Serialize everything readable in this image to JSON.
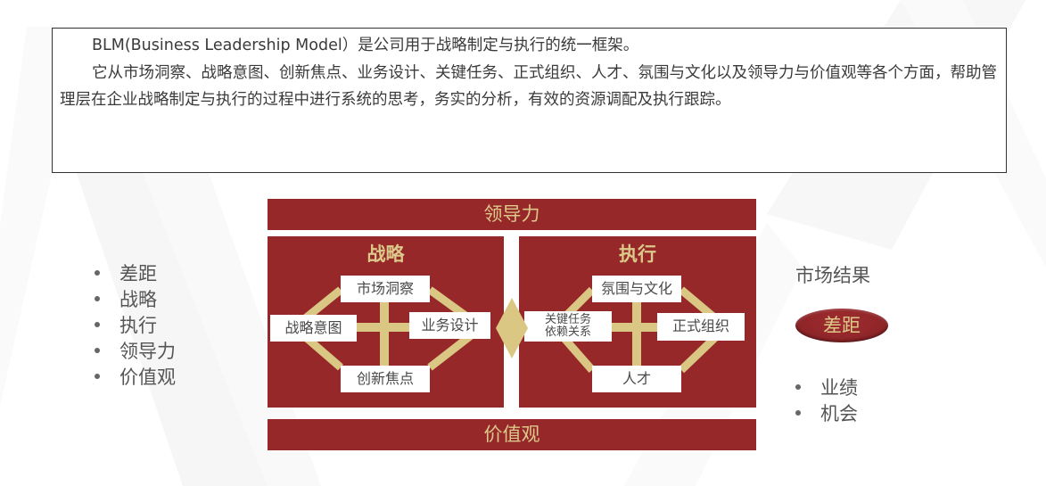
{
  "intro": {
    "line1": "BLM(Business Leadership Model）是公司用于战略制定与执行的统一框架。",
    "line2": "它从市场洞察、战略意图、创新焦点、业务设计、关键任务、正式组织、人才、氛围与文化以及领导力与价值观等各个方面，帮助管理层在企业战略制定与执行的过程中进行系统的思考，务实的分析，有效的资源调配及执行跟踪。"
  },
  "diagram": {
    "top_band": "领导力",
    "bottom_band": "价值观",
    "strategy": {
      "title": "战略",
      "top": "市场洞察",
      "left": "战略意图",
      "right": "业务设计",
      "bottom": "创新焦点"
    },
    "execution": {
      "title": "执行",
      "top": "氛围与文化",
      "left_line1": "关键任务",
      "left_line2": "依赖关系",
      "right": "正式组织",
      "bottom": "人才"
    },
    "colors": {
      "dark_red": "#96282a",
      "gold": "#dcc98a",
      "connector_gold": "#d9c783"
    }
  },
  "left_list": [
    "差距",
    "战略",
    "执行",
    "领导力",
    "价值观"
  ],
  "market": {
    "title": "市场结果",
    "gap_label": "差距",
    "items": [
      "业绩",
      "机会"
    ]
  }
}
